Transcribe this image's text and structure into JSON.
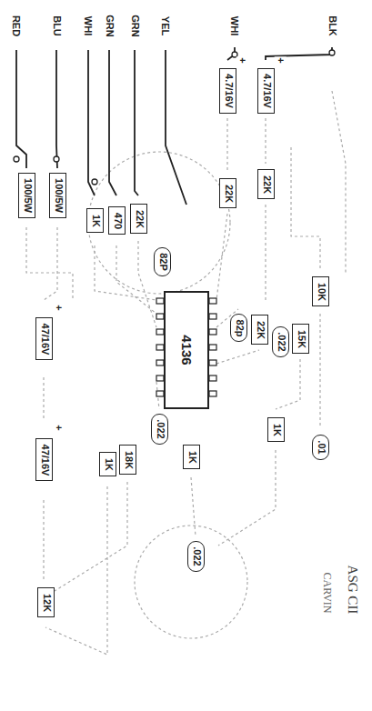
{
  "diagram": {
    "nodes": [
      {
        "text": [
          "4.7/16V"
        ]
      },
      {
        "text": [
          "4.7/16V"
        ]
      },
      {
        "text": [
          "100/5W"
        ]
      },
      {
        "text": [
          "100/5W"
        ]
      },
      {
        "text": [
          "22K"
        ]
      },
      {
        "text": [
          "22K"
        ]
      },
      {
        "text": [
          "1K"
        ]
      },
      {
        "text": [
          "470"
        ]
      },
      {
        "text": [
          "22K"
        ]
      },
      {
        "text": [
          "82P"
        ]
      },
      {
        "text": [
          "47/16V"
        ]
      },
      {
        "text": [
          "4136"
        ]
      },
      {
        "text": [
          "82p"
        ]
      },
      {
        "text": [
          "22K"
        ]
      },
      {
        "text": [
          ".022"
        ]
      },
      {
        "text": [
          "15K"
        ]
      },
      {
        "text": [
          "10K"
        ]
      },
      {
        "text": [
          ".01"
        ]
      },
      {
        "text": [
          "1K"
        ]
      },
      {
        "text": [
          ".022"
        ]
      },
      {
        "text": [
          "1K"
        ]
      },
      {
        "text": [
          "18K"
        ]
      },
      {
        "text": [
          "1K"
        ]
      },
      {
        "text": [
          "47/16V"
        ]
      },
      {
        "text": [
          ".022"
        ]
      },
      {
        "text": [
          "12K"
        ]
      }
    ],
    "labels": [
      "RED",
      "BLU",
      "WHI",
      "GRN",
      "GRN",
      "YEL",
      "WHI",
      "BLK",
      "+",
      "+",
      "+",
      "+",
      "ASG CII",
      "CARVIN"
    ]
  }
}
